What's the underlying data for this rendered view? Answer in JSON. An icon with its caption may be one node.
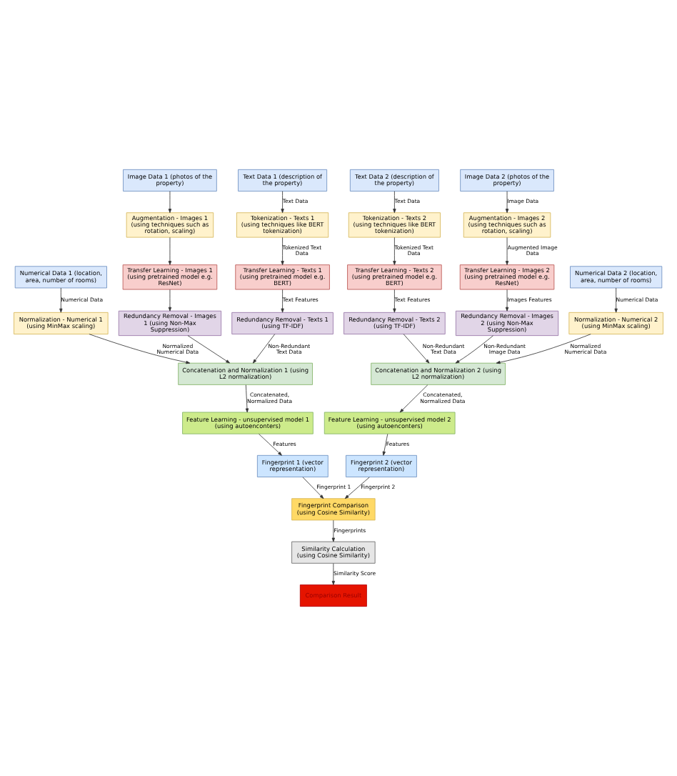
{
  "diagram": {
    "nodes": [
      {
        "text": [
          "Text Data 2 (description of the property)"
        ]
      },
      {
        "text": [
          "Image Data 2 (photos of the property)"
        ]
      },
      {
        "text": [
          "Image Data 1 (photos of the property)"
        ]
      },
      {
        "text": [
          "Text Data 1 (description of the property)"
        ]
      },
      {
        "text": [
          "Tokenization - Texts 2 (using techniques like BERT tokenization)"
        ]
      },
      {
        "text": [
          "Augmentation - Images 2 (using techniques such as rotation, scaling)"
        ]
      },
      {
        "text": [
          "Augmentation - Images 1 (using techniques such as rotation, scaling)"
        ]
      },
      {
        "text": [
          "Tokenization - Texts 1 (using techniques like BERT tokenization)"
        ]
      },
      {
        "text": [
          "Transfer Learning - Texts 2 (using pretrained model e.g. BERT)"
        ]
      },
      {
        "text": [
          "Transfer Learning - Images 2 (using pretrained model e.g. ResNet)"
        ]
      },
      {
        "text": [
          "Transfer Learning - Images 1 (using pretrained model e.g. ResNet)"
        ]
      },
      {
        "text": [
          "Transfer Learning - Texts 1 (using pretrained model e.g. BERT)"
        ]
      },
      {
        "text": [
          "Redundancy Removal - Texts 2 (using TF-IDF)"
        ]
      },
      {
        "text": [
          "Redundancy Removal - Images 2 (using Non-Max Suppression)"
        ]
      },
      {
        "text": [
          "Redundancy Removal - Images 1 (using Non-Max Suppression)"
        ]
      },
      {
        "text": [
          "Redundancy Removal - Texts 1 (using TF-IDF)"
        ]
      },
      {
        "text": [
          "Numerical Data 2 (location, area, number of rooms)"
        ]
      },
      {
        "text": [
          "Numerical Data 1 (location, area, number of rooms)"
        ]
      },
      {
        "text": [
          "Normalization - Numerical 2 (using MinMax scaling)"
        ]
      },
      {
        "text": [
          "Normalization - Numerical 1 (using MinMax scaling)"
        ]
      },
      {
        "text": [
          "Concatenation and Normalization 2 (using L2 normalization)"
        ]
      },
      {
        "text": [
          "Concatenation and Normalization 1 (using L2 normalization)"
        ]
      },
      {
        "text": [
          "Feature Learning - unsupervised model 2 (using autoenconters)"
        ]
      },
      {
        "text": [
          "Feature Learning - unsupervised model 1 (using autoenconters)"
        ]
      },
      {
        "text": [
          "Fingerprint 2 (vector representation)"
        ]
      },
      {
        "text": [
          "Fingerprint 1 (vector representation)"
        ]
      },
      {
        "text": [
          "Fingerprint Comparison (using Cosine Similarity)"
        ]
      },
      {
        "text": [
          "Similarity Calculation (using Cosine Similarity)"
        ]
      },
      {
        "text": [
          "Comparison Result"
        ]
      }
    ],
    "edges": [
      {
        "from": 0,
        "to": 4,
        "arrow": "to",
        "label": "Text Data"
      },
      {
        "from": 1,
        "to": 5,
        "arrow": "to",
        "label": "Image Data"
      },
      {
        "from": 2,
        "to": 6,
        "arrow": "to"
      },
      {
        "from": 3,
        "to": 7,
        "arrow": "to",
        "label": "Text Data"
      },
      {
        "from": 4,
        "to": 8,
        "arrow": "to",
        "label": "Tokenized Text Data"
      },
      {
        "from": 5,
        "to": 9,
        "arrow": "to",
        "label": "Augmented Image Data"
      },
      {
        "from": 6,
        "to": 10,
        "arrow": "to"
      },
      {
        "from": 7,
        "to": 11,
        "arrow": "to",
        "label": "Tokenized Text Data"
      },
      {
        "from": 8,
        "to": 12,
        "arrow": "to",
        "label": "Text Features"
      },
      {
        "from": 9,
        "to": 13,
        "arrow": "to",
        "label": "Images Features"
      },
      {
        "from": 10,
        "to": 14,
        "arrow": "to"
      },
      {
        "from": 11,
        "to": 15,
        "arrow": "to",
        "label": "Text Features"
      },
      {
        "from": 12,
        "to": 20,
        "arrow": "to",
        "label": "Non-Redundant Text Data"
      },
      {
        "from": 16,
        "to": 18,
        "arrow": "to",
        "label": "Numerical Data"
      },
      {
        "from": 18,
        "to": 20,
        "arrow": "to",
        "label": "Normalized Numerical Data"
      },
      {
        "from": 13,
        "to": 20,
        "arrow": "to",
        "label": "Non-Redundant Image Data"
      },
      {
        "from": 14,
        "to": 21,
        "arrow": "to"
      },
      {
        "from": 17,
        "to": 19,
        "arrow": "to",
        "label": "Numerical Data"
      },
      {
        "from": 19,
        "to": 21,
        "arrow": "to",
        "label": "Normalized Numerical Data"
      },
      {
        "from": 15,
        "to": 21,
        "arrow": "to",
        "label": "Non-Redundant Text Data"
      },
      {
        "from": 20,
        "to": 22,
        "arrow": "to",
        "label": "Concatenated, Normalized Data"
      },
      {
        "from": 21,
        "to": 23,
        "arrow": "to",
        "label": "Concatenated, Normalized Data"
      },
      {
        "from": 22,
        "to": 24,
        "arrow": "to",
        "label": "Features"
      },
      {
        "from": 23,
        "to": 25,
        "arrow": "to",
        "label": "Features"
      },
      {
        "from": 24,
        "to": 26,
        "arrow": "to",
        "label": "Fingerprint 2"
      },
      {
        "from": 25,
        "to": 26,
        "arrow": "to",
        "label": "Fingerprint 1"
      },
      {
        "from": 26,
        "to": 27,
        "arrow": "to",
        "label": "Fingerprints"
      },
      {
        "from": 27,
        "to": 28,
        "arrow": "to",
        "label": "Similarity Score"
      }
    ]
  }
}
